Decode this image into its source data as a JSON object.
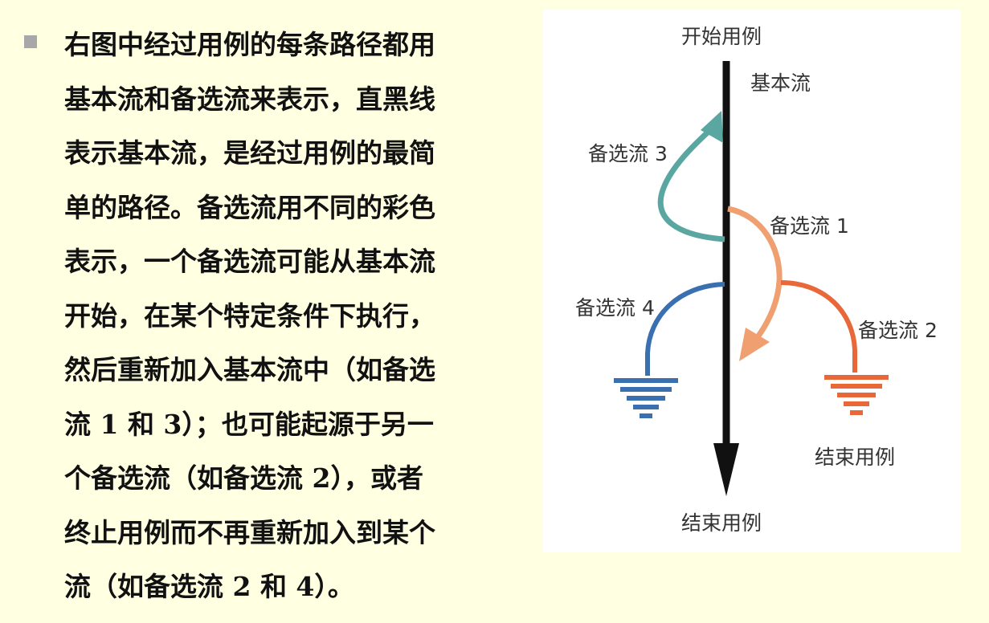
{
  "paragraph": {
    "lines": [
      "右图中经过用例的每条路径都用",
      "基本流和备选流来表示，直黑线",
      "表示基本流，是经过用例的最简",
      "单的路径。备选流用不同的彩色",
      "表示，一个备选流可能从基本流",
      "开始，在某个特定条件下执行，",
      "然后重新加入基本流中（如备选",
      "流 1 和 3）；也可能起源于另一",
      "个备选流（如备选流 2），或者",
      "终止用例而不再重新加入到某个",
      "流（如备选流 2 和 4）。"
    ]
  },
  "diagram": {
    "start_label": "开始用例",
    "basic_flow_label": "基本流",
    "alt3_label": "备选流 3",
    "alt1_label": "备选流 1",
    "alt4_label": "备选流 4",
    "alt2_label": "备选流 2",
    "end_label_side": "结束用例",
    "end_label_bottom": "结束用例",
    "colors": {
      "basic": "#111111",
      "alt1": "#f0a070",
      "alt2": "#e8683a",
      "alt3": "#5aa6a0",
      "alt4": "#3a70b0"
    }
  }
}
